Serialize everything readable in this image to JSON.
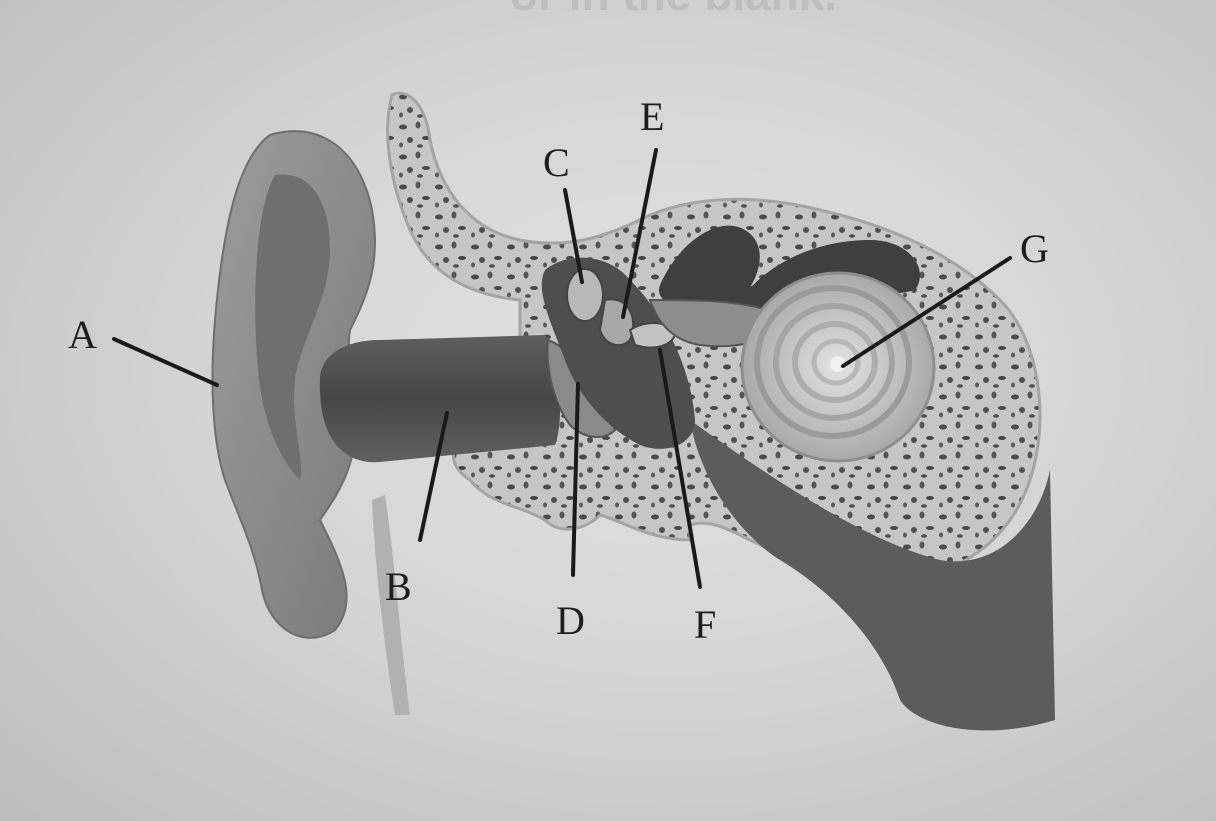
{
  "page": {
    "header_fragment": "or in the blank."
  },
  "diagram": {
    "labels": [
      {
        "id": "A",
        "text": "A"
      },
      {
        "id": "B",
        "text": "B"
      },
      {
        "id": "C",
        "text": "C"
      },
      {
        "id": "D",
        "text": "D"
      },
      {
        "id": "E",
        "text": "E"
      },
      {
        "id": "F",
        "text": "F"
      },
      {
        "id": "G",
        "text": "G"
      }
    ]
  },
  "colors": {
    "background": "#d6d6d6",
    "skin": "#8f8f8f",
    "bone": "#bdbdbd",
    "ink": "#1a1a1a"
  }
}
